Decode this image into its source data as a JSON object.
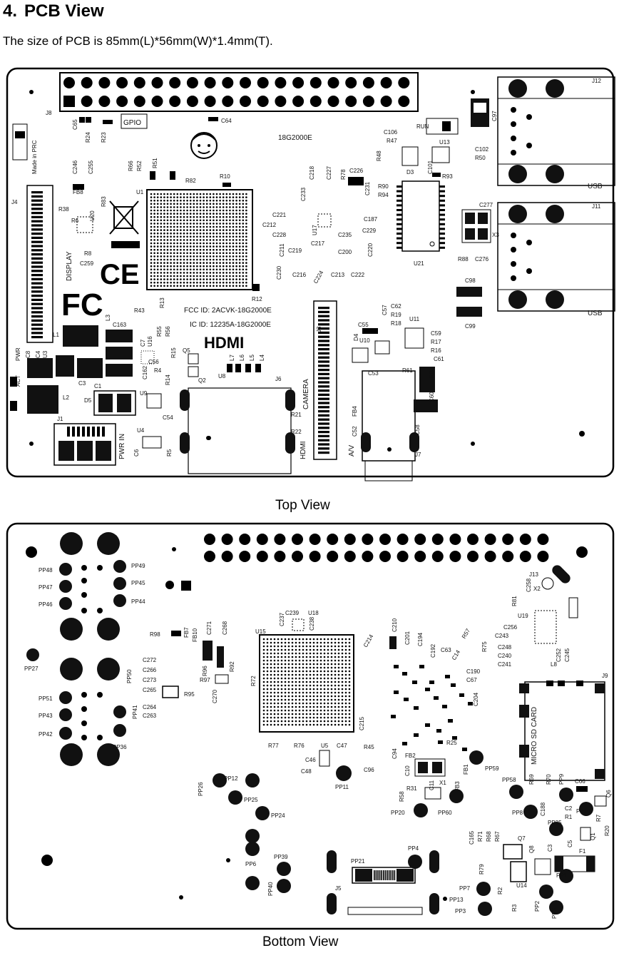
{
  "section": {
    "number": "4.",
    "title": "PCB View"
  },
  "subtitle": "The size of PCB is 85mm(L)*56mm(W)*1.4mm(T).",
  "top_view": {
    "caption": "Top View",
    "labels": {
      "j8": "J8",
      "gpio": "GPIO",
      "j12": "J12",
      "j11": "J11",
      "usb1": "USB",
      "usb2": "USB",
      "model": "18G2000E",
      "made_in": "Made in PRC",
      "display": "DISPLAY",
      "camera": "CAMERA",
      "hdmi": "HDMI",
      "av": "A/V",
      "pwr_in": "PWR IN",
      "pwr": "PWR",
      "act": "ACT",
      "run": "RUN",
      "fcc_id": "FCC ID: 2ACVK-18G2000E",
      "ic_id": "IC ID: 12235A-18G2000E",
      "u1": "U1",
      "u21": "U21",
      "u13": "U13",
      "u11": "U11",
      "u10": "U10",
      "u9": "U9",
      "u4": "U4",
      "j1": "J1",
      "j3": "J3",
      "j4": "J4",
      "j6": "J6",
      "j7": "J7",
      "x3": "X3",
      "c97": "C97",
      "c98": "C98",
      "c99": "C99",
      "c277": "C277",
      "c276": "C276",
      "r88": "R88",
      "c64": "C64",
      "c65": "C65",
      "r24": "R24",
      "r23": "R23",
      "r10": "R10",
      "r82": "R82",
      "r12": "R12",
      "r13": "R13",
      "l1": "L1",
      "l2": "L2",
      "l3": "L3",
      "d5": "D5",
      "c1": "C1",
      "c3": "C3",
      "q5": "Q5",
      "q2": "Q2",
      "u8": "U8",
      "d3": "D3",
      "d4": "D4",
      "c106": "C106",
      "r47": "R47",
      "r48": "R48",
      "r50": "R50",
      "c102": "C102",
      "r93": "R93",
      "c53": "C53",
      "r61": "R61",
      "c58": "C58",
      "c60": "C60",
      "r60": "R60",
      "r21": "R21",
      "r22": "R22",
      "c54": "C54",
      "c6": "C6",
      "r5": "R5",
      "r43": "R43",
      "c163": "C163",
      "r38": "R38",
      "r6": "R6",
      "r8": "R8",
      "c259": "C259",
      "fb8": "FB8",
      "c246": "C246",
      "c255": "C255",
      "r83": "R83",
      "u20": "U20",
      "r66": "R66",
      "r52": "R52",
      "r51": "R51",
      "c56": "C56",
      "r4": "R4",
      "c162": "C162",
      "r14": "R14",
      "r15": "R15",
      "l7": "L7",
      "l6": "L6",
      "l5": "L5",
      "l4": "L4",
      "c8": "C8",
      "c4": "C4",
      "u3": "U3",
      "c7": "C7",
      "u16": "U16",
      "r55": "R55",
      "r56": "R56",
      "c218": "C218",
      "c227": "C227",
      "r78": "R78",
      "c226": "C226",
      "c231": "C231",
      "r90": "R90",
      "r94": "R94",
      "c233": "C233",
      "c221": "C221",
      "c212": "C212",
      "c228": "C228",
      "u17": "U17",
      "c235": "C235",
      "c187": "C187",
      "c229": "C229",
      "c211": "C211",
      "c219": "C219",
      "c217": "C217",
      "c200": "C200",
      "c220": "C220",
      "c230": "C230",
      "c216": "C216",
      "c224": "C224",
      "c213": "C213",
      "c222": "C222",
      "c101": "C101",
      "c55": "C55",
      "c57": "C57",
      "c62": "C62",
      "r19": "R19",
      "r18": "R18",
      "c59": "C59",
      "r17": "R17",
      "r16": "R16",
      "c61": "C61",
      "fb4": "FB4",
      "c52": "C52"
    }
  },
  "bottom_view": {
    "caption": "Bottom View",
    "labels": {
      "j5": "J5",
      "j9": "J9",
      "j13": "J13",
      "x2": "X2",
      "x1": "X1",
      "micro_sd": "MICRO SD CARD",
      "u15": "U15",
      "u18": "U18",
      "u5": "U5",
      "u14": "U14",
      "u19": "U19",
      "f1": "F1",
      "l8": "L8",
      "q1": "Q1",
      "q6": "Q6",
      "q7": "Q7",
      "q8": "Q8",
      "fb1": "FB1",
      "fb2": "FB2",
      "fb3": "FB3",
      "fb7": "FB7",
      "fb10": "FB10",
      "pp48": "PP48",
      "pp47": "PP47",
      "pp46": "PP46",
      "pp49": "PP49",
      "pp45": "PP45",
      "pp44": "PP44",
      "pp27": "PP27",
      "pp50": "PP50",
      "pp51": "PP51",
      "pp43": "PP43",
      "pp42": "PP42",
      "pp41": "PP41",
      "pp36": "PP36",
      "pp26": "PP26",
      "pp12": "PP12",
      "pp25": "PP25",
      "pp24": "PP24",
      "pp11": "PP11",
      "pp20": "PP20",
      "pp60": "PP60",
      "pp59": "PP59",
      "pp58": "PP58",
      "pp9": "PP9",
      "pp10": "PP10",
      "pp8": "PP8",
      "pp35": "PP35",
      "pp21": "PP21",
      "pp4": "PP4",
      "pp6": "PP6",
      "pp39": "PP39",
      "pp40": "PP40",
      "pp7": "PP7",
      "pp13": "PP13",
      "pp3": "PP3",
      "pp2": "PP2",
      "pp5": "PP5",
      "pp1": "PP1",
      "r98": "R98",
      "c271": "C271",
      "c268": "C268",
      "r96": "R96",
      "r92": "R92",
      "r97": "R97",
      "c270": "C270",
      "r95": "R95",
      "c272": "C272",
      "c266": "C266",
      "c273": "C273",
      "c265": "C265",
      "c264": "C264",
      "c263": "C263",
      "r72": "R72",
      "c237": "C237",
      "c239": "C239",
      "c238": "C238",
      "c214": "C214",
      "c215": "C215",
      "r77": "R77",
      "r76": "R76",
      "c47": "C47",
      "c46": "C46",
      "c48": "C48",
      "r45": "R45",
      "c96": "C96",
      "c210": "C210",
      "c201": "C201",
      "c194": "C194",
      "c192": "C192",
      "c63": "C63",
      "c14": "C14",
      "r57": "R57",
      "r75": "R75",
      "c190": "C190",
      "c67": "C67",
      "c204": "C204",
      "r25": "R25",
      "c94": "C94",
      "c10": "C10",
      "c11": "C11",
      "r31": "R31",
      "r58": "R58",
      "r81": "R81",
      "c258": "C258",
      "c256": "C256",
      "c243": "C243",
      "c248": "C248",
      "c240": "C240",
      "c241": "C241",
      "c252": "C252",
      "c245": "C245",
      "r69": "R69",
      "r70": "R70",
      "c66": "C66",
      "c188": "C188",
      "c2": "C2",
      "r1": "R1",
      "r7": "R7",
      "r20": "R20",
      "c165": "C165",
      "r71": "R71",
      "r68": "R68",
      "r67": "R67",
      "c3": "C3",
      "c5": "C5",
      "r79": "R79",
      "r2": "R2",
      "r3": "R3"
    }
  }
}
